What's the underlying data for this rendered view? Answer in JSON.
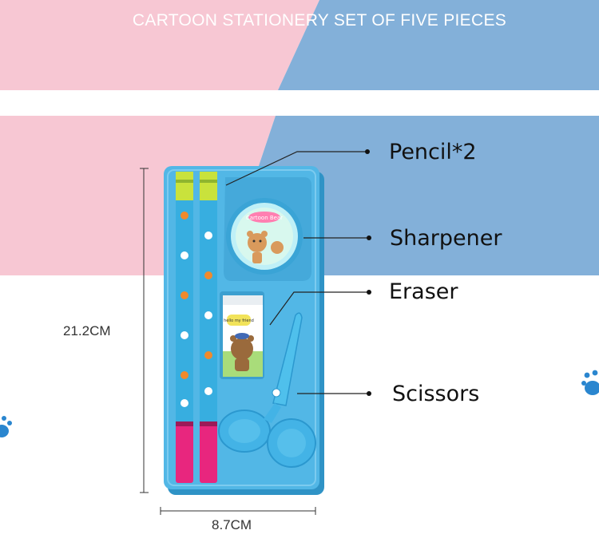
{
  "header": {
    "title": "CARTOON STATIONERY SET OF FIVE PIECES"
  },
  "labels": {
    "pencil": "Pencil*2",
    "sharpener": "Sharpener",
    "eraser": "Eraser",
    "scissors": "Scissors"
  },
  "dimensions": {
    "height": "21.2CM",
    "width": "8.7CM"
  },
  "product_text": {
    "sharpener_badge": "Cartoon Bear",
    "eraser_bubble": "hello my friend"
  },
  "colors": {
    "pink": "#f7c7d3",
    "blue": "#83b0d9",
    "case": "#52b7e6",
    "case_shadow": "#3a9fd0",
    "pencil": "#37aee0",
    "pencil_tip": "#c9e23c",
    "pencil_end": "#e8267e",
    "paw": "#2a86cf"
  },
  "icons": [
    "paw-print-icon",
    "paw-print-icon"
  ]
}
